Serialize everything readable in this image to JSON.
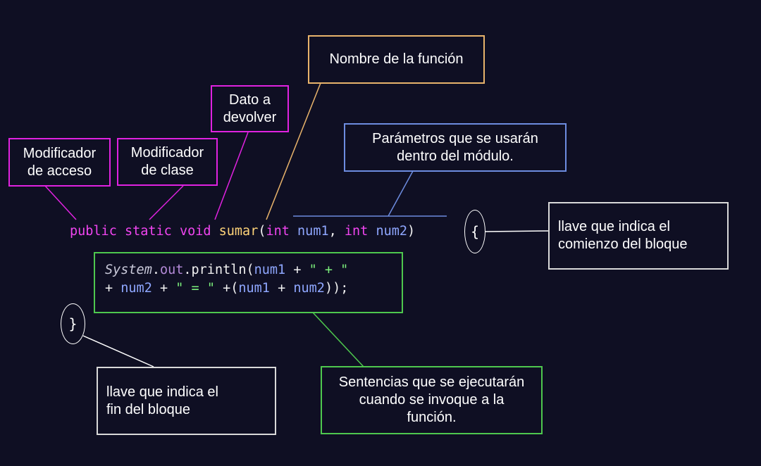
{
  "labels": {
    "access_modifier": [
      "Modificador",
      "de acceso"
    ],
    "class_modifier": [
      "Modificador",
      "de clase"
    ],
    "return_type": [
      "Dato a",
      "devolver"
    ],
    "function_name": "Nombre de la función",
    "parameters": [
      "Parámetros que se usarán",
      "dentro del módulo."
    ],
    "open_brace_desc": [
      "llave que indica el",
      "comienzo del bloque"
    ],
    "statements": [
      "Sentencias que se ejecutarán",
      "cuando se invoque a la",
      "función."
    ],
    "close_brace_desc": [
      "llave que indica el",
      "fin del bloque"
    ]
  },
  "code": {
    "signature": {
      "public": "public",
      "static": "static",
      "void": "void",
      "name": "sumar",
      "open_paren": "(",
      "int1": "int",
      "param1": "num1",
      "comma": ",",
      "int2": "int",
      "param2": "num2",
      "close_paren": ")"
    },
    "body": {
      "system": "System",
      "dot1": ".",
      "out": "out",
      "println": ".println(",
      "num1a": "num1",
      "plus1": " + ",
      "str1": "\" + \"",
      "plus2": "+ ",
      "num2a": "num2",
      "plus3": " + ",
      "str2": "\" = \"",
      "plus4": " +(",
      "num1b": "num1",
      "plus5": " + ",
      "num2b": "num2",
      "end": "));"
    },
    "open_brace": "{",
    "close_brace": "}"
  },
  "colors": {
    "background": "#0f0f23",
    "keyword": "#f045f0",
    "function_name": "#ffd479",
    "variable": "#8fa7ff",
    "string": "#7cf07c",
    "magenta_border": "#e022e0",
    "orange_border": "#e8b36b",
    "blue_border": "#6d8ce0",
    "green_border": "#4ec84e",
    "gray_border": "#d9d9d9"
  }
}
